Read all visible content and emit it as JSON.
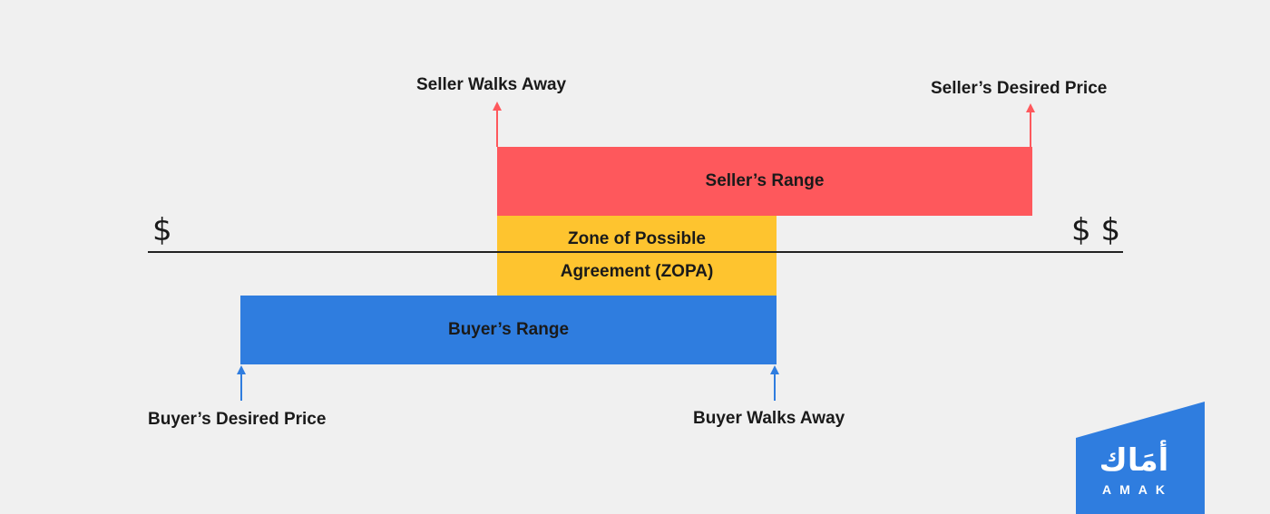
{
  "labels": {
    "seller_walks_away": "Seller Walks Away",
    "seller_desired_price": "Seller’s Desired Price",
    "buyer_desired_price": "Buyer’s Desired Price",
    "buyer_walks_away": "Buyer Walks Away"
  },
  "bars": {
    "seller_range": "Seller’s Range",
    "zopa_line1": "Zone of Possible",
    "zopa_line2": "Agreement (ZOPA)",
    "buyer_range": "Buyer’s Range"
  },
  "axis": {
    "low": "$",
    "high": "$ $"
  },
  "logo": {
    "arabic": "أمَاك",
    "latin": "AMAK"
  },
  "colors": {
    "seller": "#fe585c",
    "zopa": "#fec42f",
    "buyer": "#2f7ddf",
    "background": "#f0f0f0"
  }
}
